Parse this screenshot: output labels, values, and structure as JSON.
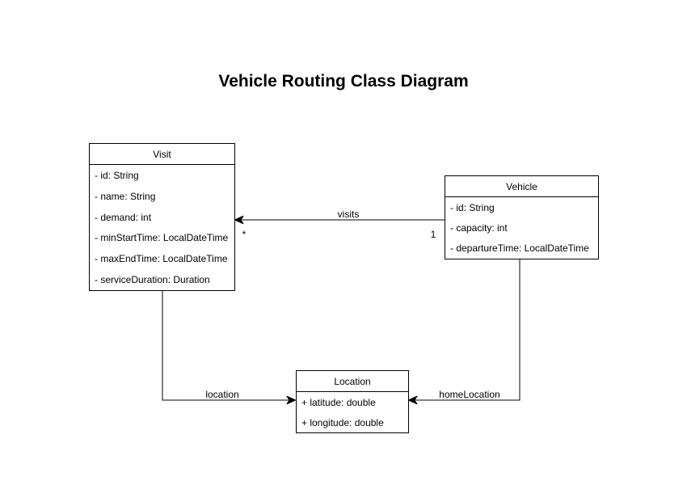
{
  "title": "Vehicle Routing Class Diagram",
  "classes": [
    {
      "name": "Visit",
      "attributes": [
        "- id: String",
        "- name: String",
        "- demand: int",
        "- minStartTime: LocalDateTime",
        "- maxEndTime: LocalDateTime",
        "- serviceDuration: Duration"
      ]
    },
    {
      "name": "Vehicle",
      "attributes": [
        "- id: String",
        "- capacity: int",
        "- departureTime: LocalDateTime"
      ]
    },
    {
      "name": "Location",
      "attributes": [
        "+ latitude: double",
        "+ longitude: double"
      ]
    }
  ],
  "associations": [
    {
      "label": "visits",
      "from": "Vehicle",
      "to": "Visit",
      "source_multiplicity": "1",
      "target_multiplicity": "*"
    },
    {
      "label": "location",
      "from": "Visit",
      "to": "Location"
    },
    {
      "label": "homeLocation",
      "from": "Vehicle",
      "to": "Location"
    }
  ],
  "colors": {
    "stroke": "#000000",
    "background": "#ffffff",
    "text": "#000000"
  }
}
